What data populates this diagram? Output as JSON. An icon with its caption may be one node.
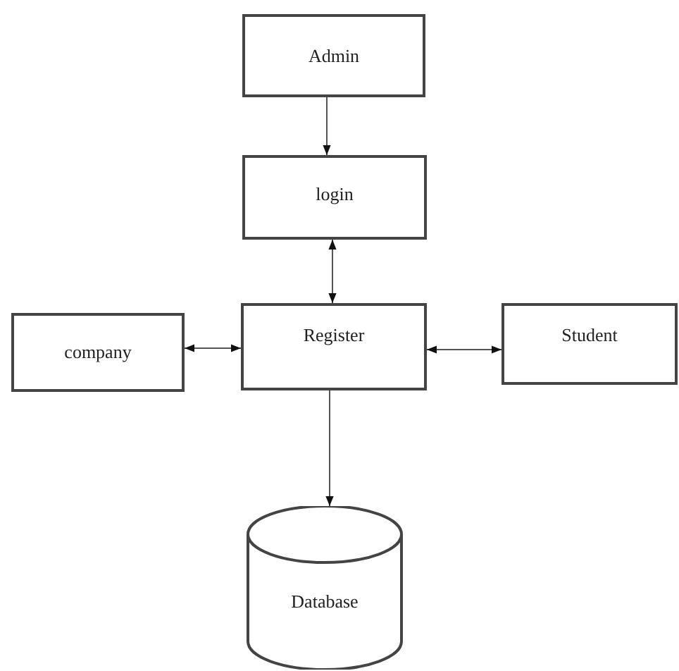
{
  "diagram": {
    "nodes": [
      {
        "text": [
          "Admin"
        ]
      },
      {
        "text": [
          "login"
        ]
      },
      {
        "text": [
          "company"
        ]
      },
      {
        "text": [
          "Register"
        ]
      },
      {
        "text": [
          "Student"
        ]
      },
      {
        "text": [
          "Database"
        ]
      }
    ],
    "edges": [
      {
        "from": 0,
        "to": 1,
        "arrow": "to"
      },
      {
        "from": 3,
        "to": 1,
        "arrow": "both"
      },
      {
        "from": 2,
        "to": 3,
        "arrow": "both"
      },
      {
        "from": 3,
        "to": 4,
        "arrow": "both"
      },
      {
        "from": 3,
        "to": 5,
        "arrow": "to"
      }
    ]
  }
}
